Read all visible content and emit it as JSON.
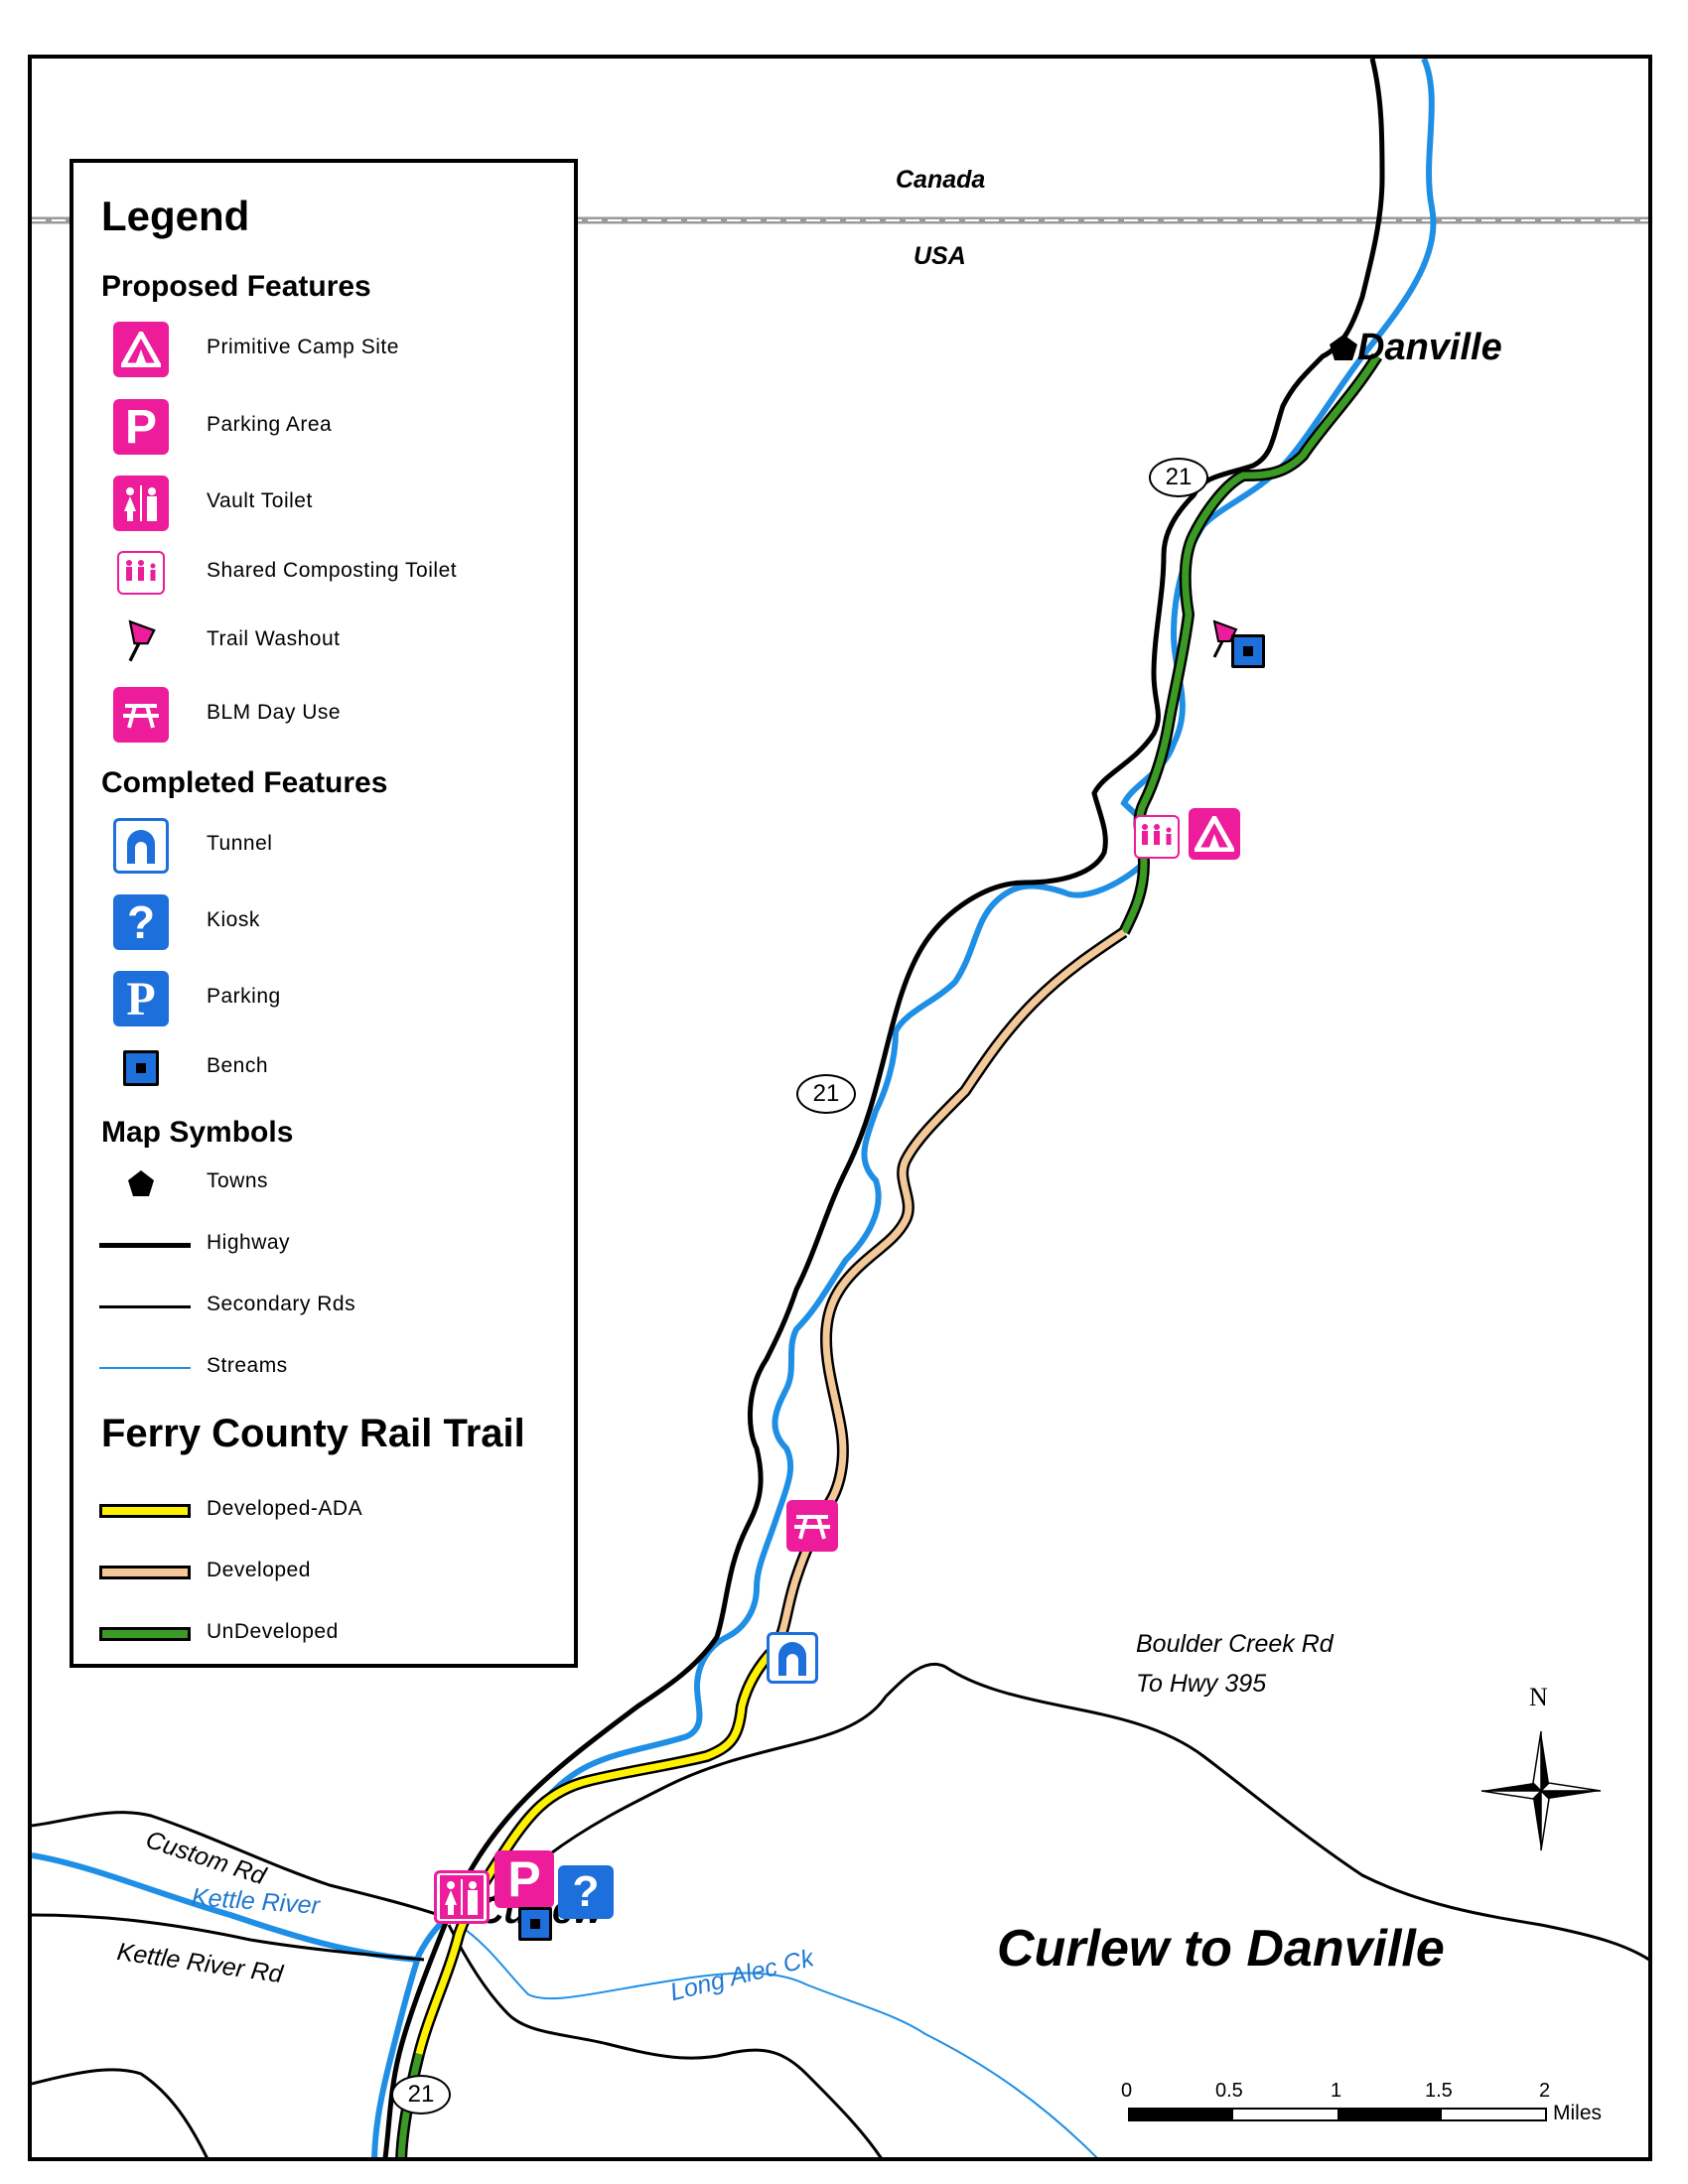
{
  "map": {
    "title": "Curlew to Danville",
    "countries": {
      "north": "Canada",
      "south": "USA"
    },
    "towns": [
      "Danville",
      "Curlew"
    ],
    "highway_number": "21",
    "roads": {
      "boulder_line1": "Boulder Creek Rd",
      "boulder_line2": "To Hwy 395",
      "custom": "Custom Rd",
      "kettle_river_rd": "Kettle River Rd"
    },
    "streams": {
      "kettle": "Kettle River",
      "long_alec": "Long Alec Ck"
    },
    "north_arrow": "N",
    "scale": {
      "ticks": [
        "0",
        "0.5",
        "1",
        "1.5",
        "2"
      ],
      "unit": "Miles"
    }
  },
  "legend": {
    "title": "Legend",
    "proposed": {
      "heading": "Proposed Features",
      "items": [
        "Primitive Camp Site",
        "Parking Area",
        "Vault Toilet",
        "Shared Composting Toilet",
        "Trail Washout",
        "BLM Day Use"
      ]
    },
    "completed": {
      "heading": "Completed Features",
      "items": [
        "Tunnel",
        "Kiosk",
        "Parking",
        "Bench"
      ]
    },
    "symbols": {
      "heading": "Map Symbols",
      "items": [
        "Towns",
        "Highway",
        "Secondary Rds",
        "Streams"
      ]
    },
    "trail": {
      "heading": "Ferry County Rail Trail",
      "items": [
        "Developed-ADA",
        "Developed",
        "UnDeveloped"
      ]
    }
  },
  "colors": {
    "proposed": "#ec1c9a",
    "completed": "#1d6fdc",
    "stream": "#1f8fe6",
    "ada": "#fff200",
    "developed": "#f3c999",
    "undeveloped": "#3a9a24"
  },
  "icons": [
    "tent-icon",
    "parking-icon",
    "vault-toilet-icon",
    "composting-toilet-icon",
    "washout-pin-icon",
    "picnic-table-icon",
    "tunnel-icon",
    "kiosk-icon",
    "bench-icon",
    "town-pentagon-icon",
    "compass-rose-icon"
  ]
}
